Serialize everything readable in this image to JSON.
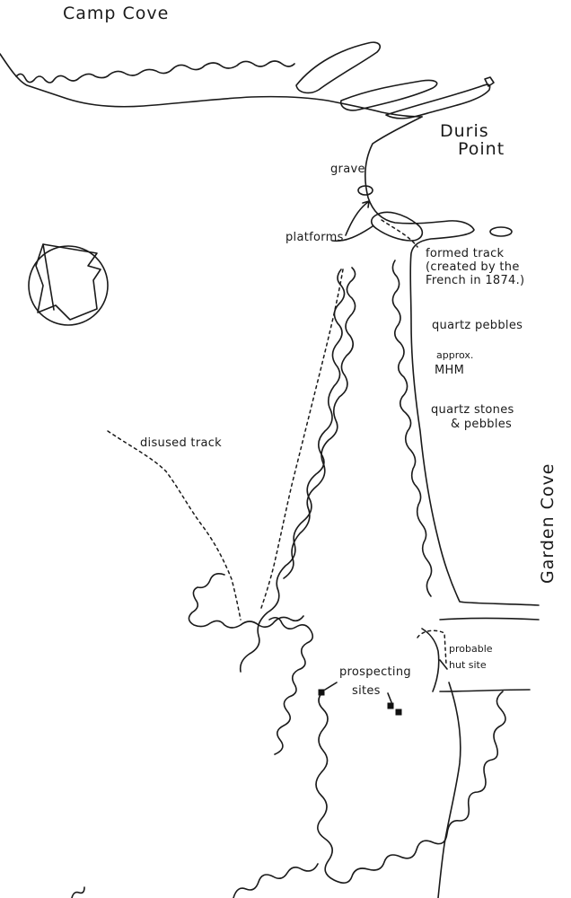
{
  "labels": {
    "camp_cove": "Camp Cove",
    "duris_point_1": "Duris",
    "duris_point_2": "Point",
    "grave": "grave",
    "platforms": "platforms",
    "formed_track": "formed track (created by the French in 1874.)",
    "quartz_pebbles": "quartz pebbles",
    "approx_mhm_1": "approx.",
    "approx_mhm_2": "MHM",
    "quartz_stones_1": "quartz stones",
    "quartz_stones_2": "& pebbles",
    "disused_track": "disused track",
    "garden_cove": "Garden Cove",
    "probable_hut_1": "probable",
    "probable_hut_2": "hut site",
    "prospecting_1": "prospecting",
    "prospecting_2": "sites"
  },
  "icons": {
    "compass": "north-arrow-compass-icon"
  }
}
